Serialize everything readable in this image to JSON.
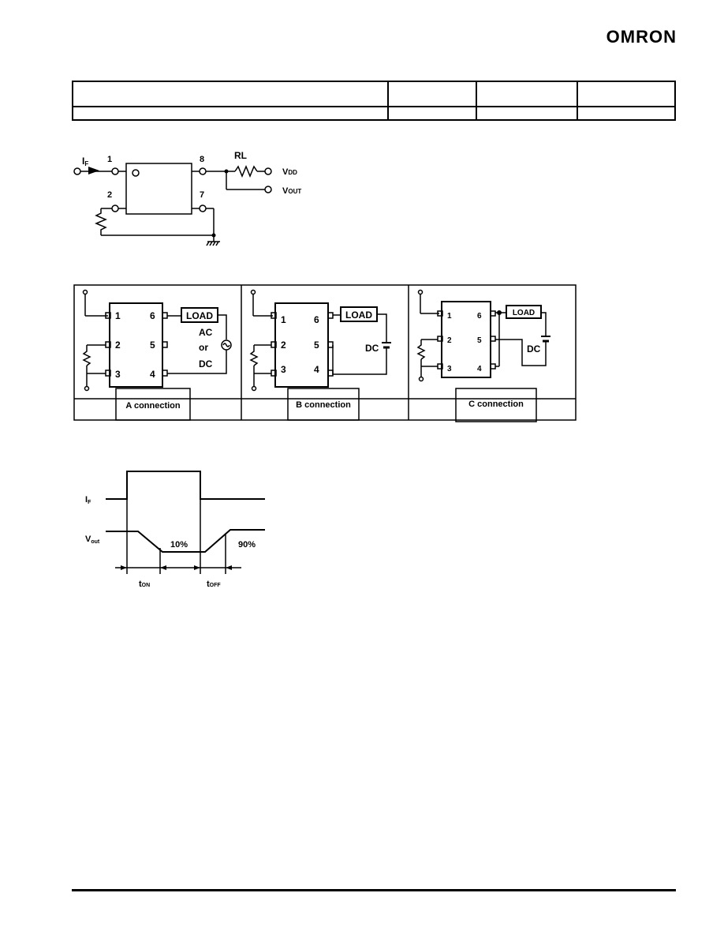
{
  "header": {
    "brand": "OMRON"
  },
  "test_circuit": {
    "pin1": "1",
    "pin2": "2",
    "pin8": "8",
    "pin7": "7",
    "if_label": "I",
    "if_sub": "F",
    "rl_label": "RL",
    "vdd_label": "V",
    "vdd_sub": "DD",
    "vout_label": "V",
    "vout_sub": "OUT"
  },
  "connections": {
    "panels": [
      {
        "caption": "A connection",
        "load": "LOAD",
        "source_line1": "AC",
        "source_line2": "or",
        "source_line3": "DC",
        "pins": [
          "1",
          "2",
          "3",
          "6",
          "5",
          "4"
        ]
      },
      {
        "caption": "B connection",
        "load": "LOAD",
        "source": "DC",
        "pins": [
          "1",
          "2",
          "3",
          "6",
          "5",
          "4"
        ]
      },
      {
        "caption": "C connection",
        "load": "LOAD",
        "source": "DC",
        "pins": [
          "1",
          "2",
          "3",
          "6",
          "5",
          "4"
        ]
      }
    ]
  },
  "timing": {
    "if_label": "I",
    "if_sub": "F",
    "vout_label": "V",
    "vout_sub": "out",
    "pct10": "10%",
    "pct90": "90%",
    "ton": "t",
    "ton_sub": "ON",
    "toff": "t",
    "toff_sub": "OFF"
  }
}
